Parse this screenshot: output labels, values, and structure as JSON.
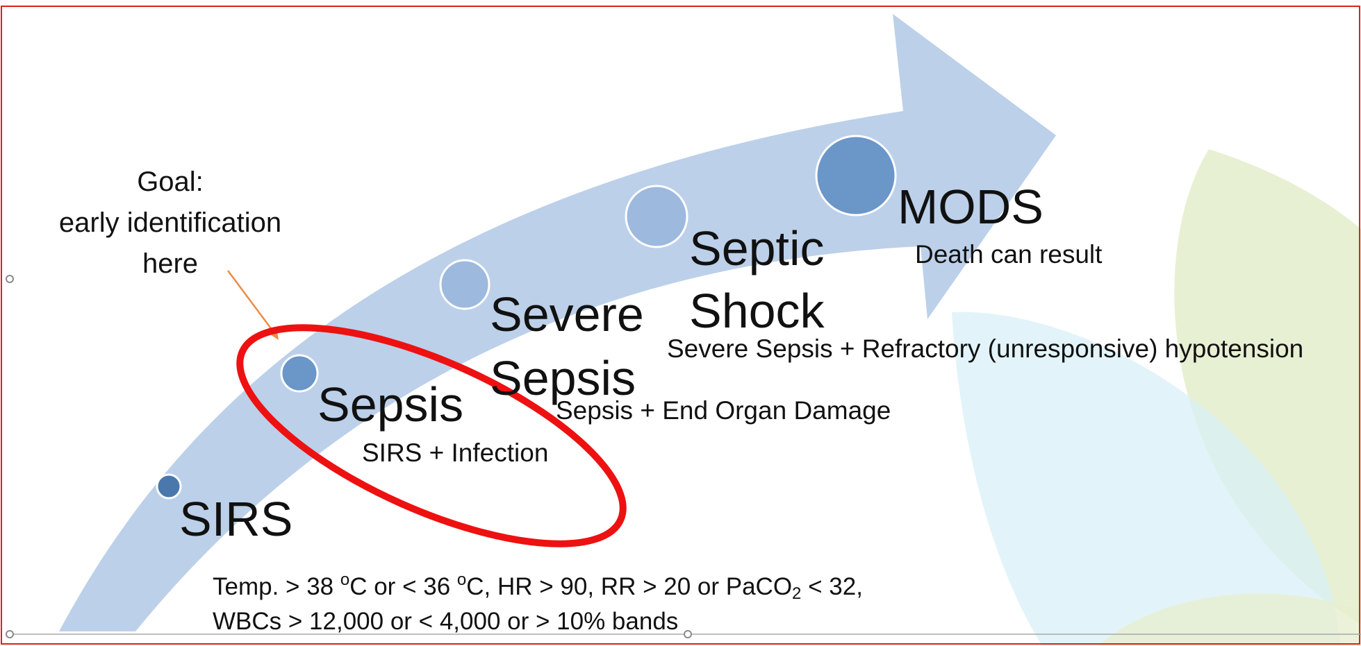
{
  "colors": {
    "arrow": "#bcd0e9",
    "node_dark": "#4a78ad",
    "node_mid": "#6a96c8",
    "node_light": "#9db9de",
    "highlight_ellipse": "#ee1111",
    "goal_arrow": "#ed8a46",
    "selection_border": "#e31c1c",
    "leaf_green": "#e7efd1",
    "leaf_cyan": "#d8f0f7"
  },
  "goal": {
    "line1": "Goal:",
    "line2": "early identification",
    "line3": "here"
  },
  "stages": [
    {
      "title": "SIRS"
    },
    {
      "title": "Sepsis",
      "subtitle": "SIRS + Infection"
    },
    {
      "title_line1": "Severe",
      "title_line2": "Sepsis",
      "subtitle": "Sepsis + End Organ Damage"
    },
    {
      "title_line1": "Septic",
      "title_line2": "Shock",
      "subtitle": "Severe Sepsis + Refractory (unresponsive) hypotension"
    },
    {
      "title": "MODS",
      "subtitle": "Death can result"
    }
  ],
  "criteria": {
    "part1": "Temp. > 38 ",
    "deg1": "o",
    "part2": "C or < 36 ",
    "deg2": "o",
    "part3": "C, HR > 90, RR > 20 or PaCO",
    "sub": "2",
    "part4": " < 32,",
    "line2": "WBCs > 12,000 or < 4,000 or > 10% bands"
  }
}
